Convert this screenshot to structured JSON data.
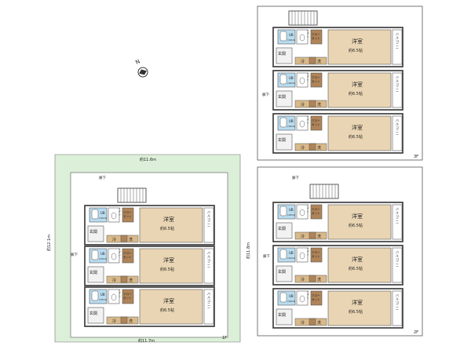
{
  "compass": {
    "north_label": "N"
  },
  "floors": [
    {
      "id": "1F",
      "floor_label": "1F",
      "dim_top": "約11.6m",
      "dim_bottom": "約11.7m",
      "dim_left": "約12.1m",
      "corridor_top": "廊下",
      "corridor_side": "廊下",
      "units": [
        {
          "room": "洋室",
          "size": "約6.5帖",
          "balcony": "バルコニー",
          "closet": "クローゼット",
          "entrance": "玄関",
          "fridge": "冷",
          "washer": "洗",
          "bath": "UB (1014)",
          "toilet": "トイレ"
        },
        {
          "room": "洋室",
          "size": "約6.5帖",
          "balcony": "バルコニー",
          "closet": "クローゼット",
          "entrance": "玄関",
          "fridge": "冷",
          "washer": "洗",
          "bath": "UB (1014)",
          "toilet": "トイレ"
        },
        {
          "room": "洋室",
          "size": "約6.5帖",
          "balcony": "バルコニー",
          "closet": "クローゼット",
          "entrance": "玄関",
          "fridge": "冷",
          "washer": "洗",
          "bath": "UB (1014)",
          "toilet": "トイレ"
        }
      ]
    },
    {
      "id": "2F",
      "floor_label": "2F",
      "dim_side": "約11.8m",
      "corridor_top": "廊下",
      "corridor_side": "廊下",
      "units": [
        {
          "room": "洋室",
          "size": "約6.5帖",
          "balcony": "バルコニー",
          "closet": "クローゼット",
          "entrance": "玄関",
          "fridge": "冷",
          "washer": "洗",
          "bath": "UB (1014)",
          "toilet": "トイレ"
        },
        {
          "room": "洋室",
          "size": "約6.5帖",
          "balcony": "バルコニー",
          "closet": "クローゼット",
          "entrance": "玄関",
          "fridge": "冷",
          "washer": "洗",
          "bath": "UB (1014)",
          "toilet": "トイレ"
        },
        {
          "room": "洋室",
          "size": "約6.5帖",
          "balcony": "バルコニー",
          "closet": "クローゼット",
          "entrance": "玄関",
          "fridge": "冷",
          "washer": "洗",
          "bath": "UB (1014)",
          "toilet": "トイレ"
        }
      ]
    },
    {
      "id": "3F",
      "floor_label": "3F",
      "corridor_side": "廊下",
      "units": [
        {
          "room": "洋室",
          "size": "約6.5帖",
          "balcony": "バルコニー",
          "closet": "クローゼット",
          "entrance": "玄関",
          "fridge": "冷",
          "washer": "洗",
          "bath": "UB (1014)",
          "toilet": "トイレ"
        },
        {
          "room": "洋室",
          "size": "約6.5帖",
          "balcony": "バルコニー",
          "closet": "クローゼット",
          "entrance": "玄関",
          "fridge": "冷",
          "washer": "洗",
          "bath": "UB (1014)",
          "toilet": "トイレ"
        },
        {
          "room": "洋室",
          "size": "約6.5帖",
          "balcony": "バルコニー",
          "closet": "クローゼット",
          "entrance": "玄関",
          "fridge": "冷",
          "washer": "洗",
          "bath": "UB (1014)",
          "toilet": "トイレ"
        }
      ]
    }
  ],
  "colors": {
    "lot_green": "#dcefd8",
    "wall": "#333333",
    "bath_blue": "#b9dcf0",
    "closet_brown": "#b08458",
    "kitchen_wood": "#d9b98a",
    "floor_wood": "#e9d5b3"
  }
}
